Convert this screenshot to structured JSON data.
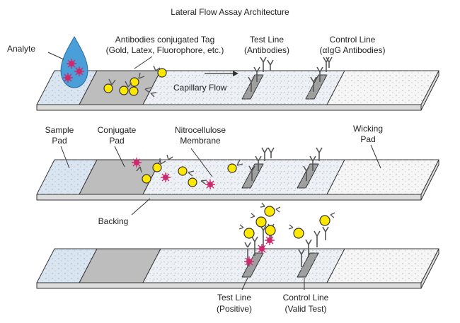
{
  "title": "Lateral Flow Assay Architecture",
  "strip1": {
    "analyte_label": "Analyte",
    "antibodies_label": [
      "Antibodies conjugated Tag",
      "(Gold, Latex, Fluorophore, etc.)"
    ],
    "test_line_label": [
      "Test Line",
      "(Antibodies)"
    ],
    "control_line_label": [
      "Control Line",
      "(αIgG Antibodies)"
    ],
    "flow_label": "Capillary Flow"
  },
  "strip2": {
    "sample_pad_label": [
      "Sample",
      "Pad"
    ],
    "conjugate_pad_label": [
      "Conjugate",
      "Pad"
    ],
    "membrane_label": [
      "Nitrocellulose",
      "Membrane"
    ],
    "wicking_pad_label": [
      "Wicking",
      "Pad"
    ],
    "backing_label": "Backing"
  },
  "strip3": {
    "test_line_label": [
      "Test Line",
      "(Positive)"
    ],
    "control_line_label": [
      "Control Line",
      "(Valid Test)"
    ]
  },
  "colors": {
    "sample_pad": "#d9e6f2",
    "conjugate_pad": "#bdbdbd",
    "membrane": "#edf1f6",
    "wicking_pad": "#f6f6f6",
    "backing_edge": "#dcdcdc",
    "test_line": "#9e9e9e",
    "tag_particle": "#ffe800",
    "analyte": "#cc2a6c",
    "droplet": "#4a9fd8"
  }
}
